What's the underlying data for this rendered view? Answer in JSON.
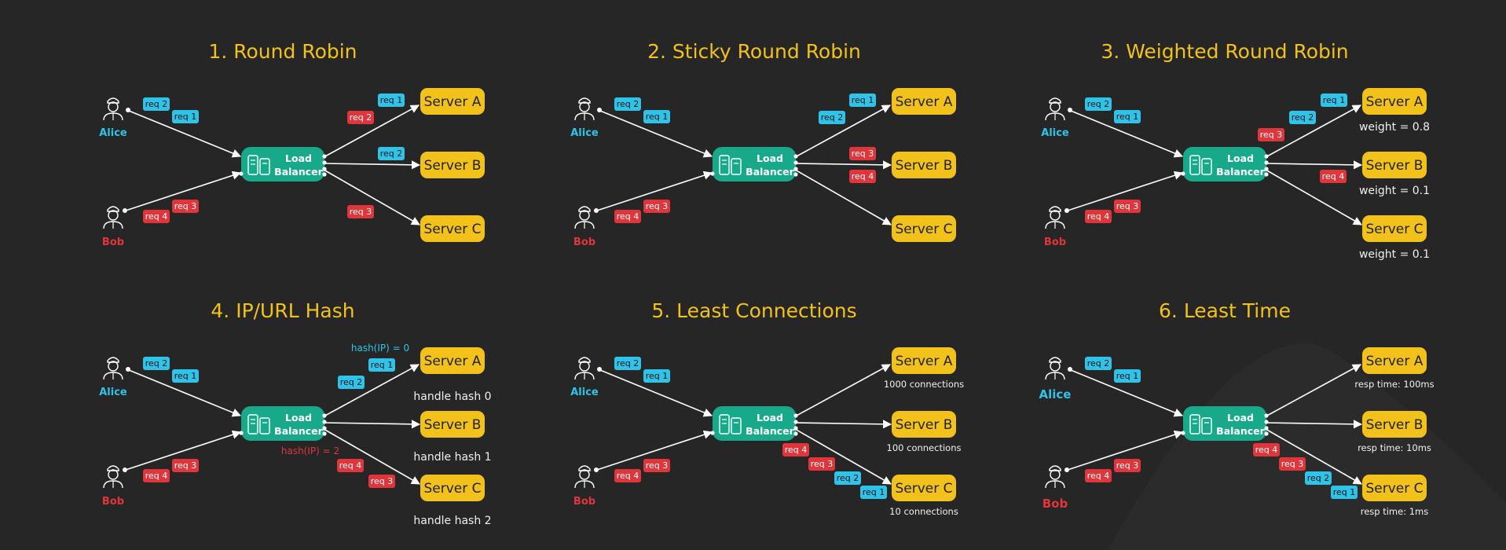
{
  "colors": {
    "background": "#262626",
    "title": "#f2c21b",
    "server": "#f2c21b",
    "load_balancer": "#17a98a",
    "alice": "#2ec4ea",
    "bob": "#e0353b",
    "req_blue": "#2ec4ea",
    "req_red": "#e0353b"
  },
  "users": {
    "alice": "Alice",
    "bob": "Bob"
  },
  "load_balancer": {
    "line1": "Load",
    "line2": "Balancer"
  },
  "servers": {
    "a": "Server A",
    "b": "Server B",
    "c": "Server C"
  },
  "req": {
    "r1": "req 1",
    "r2": "req 2",
    "r3": "req 3",
    "r4": "req 4"
  },
  "panels": [
    {
      "title": "1. Round Robin"
    },
    {
      "title": "2. Sticky Round Robin"
    },
    {
      "title": "3. Weighted Round Robin",
      "notes": {
        "a": "weight = 0.8",
        "b": "weight = 0.1",
        "c": "weight = 0.1"
      }
    },
    {
      "title": "4. IP/URL Hash",
      "notes": {
        "a": "handle hash 0",
        "b": "handle hash 1",
        "c": "handle hash 2",
        "hash0": "hash(IP) = 0",
        "hash2": "hash(IP) = 2"
      }
    },
    {
      "title": "5. Least Connections",
      "notes": {
        "a": "1000 connections",
        "b": "100 connections",
        "c": "10 connections"
      }
    },
    {
      "title": "6. Least Time",
      "notes": {
        "a": "resp time: 100ms",
        "b": "resp time: 10ms",
        "c": "resp time: 1ms"
      }
    }
  ]
}
